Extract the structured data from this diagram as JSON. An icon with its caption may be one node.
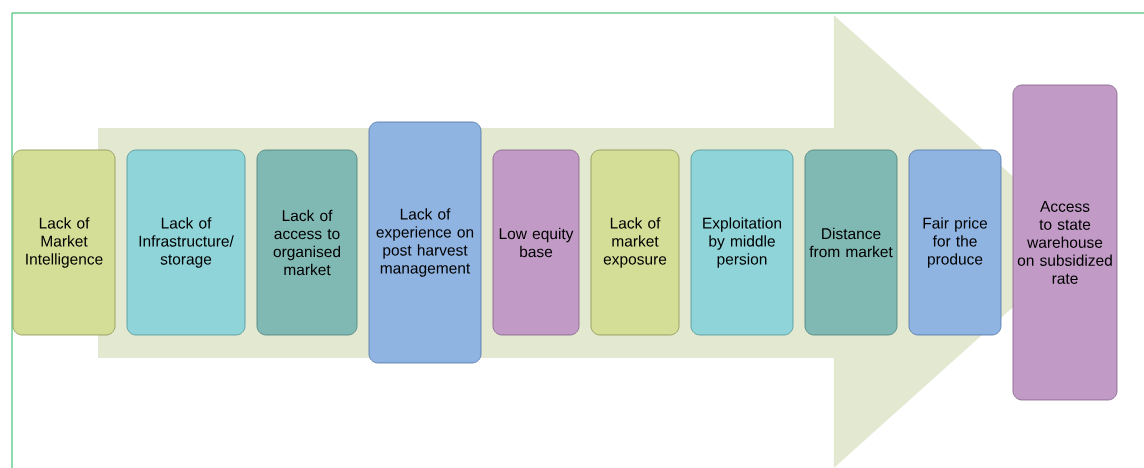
{
  "diagram": {
    "nodes": [
      {
        "text": [
          "Lack of Market Intelligence"
        ]
      },
      {
        "text": [
          "Lack of Infrastructure/ storage"
        ]
      },
      {
        "text": [
          "Lack of access to organised market"
        ]
      },
      {
        "text": [
          "Lack of experience on post harvest management"
        ]
      },
      {
        "text": [
          "Low equity base"
        ]
      },
      {
        "text": [
          "Lack of market exposure"
        ]
      },
      {
        "text": [
          "Exploitation by middle persion"
        ]
      },
      {
        "text": [
          "Distance from market"
        ]
      },
      {
        "text": [
          "Fair price for the produce"
        ]
      },
      {
        "text": [
          "Access to state warehouse on subsidized rate"
        ]
      }
    ],
    "edges": [
      {
        "from": 0,
        "to": 9,
        "arrow": "to"
      }
    ]
  }
}
